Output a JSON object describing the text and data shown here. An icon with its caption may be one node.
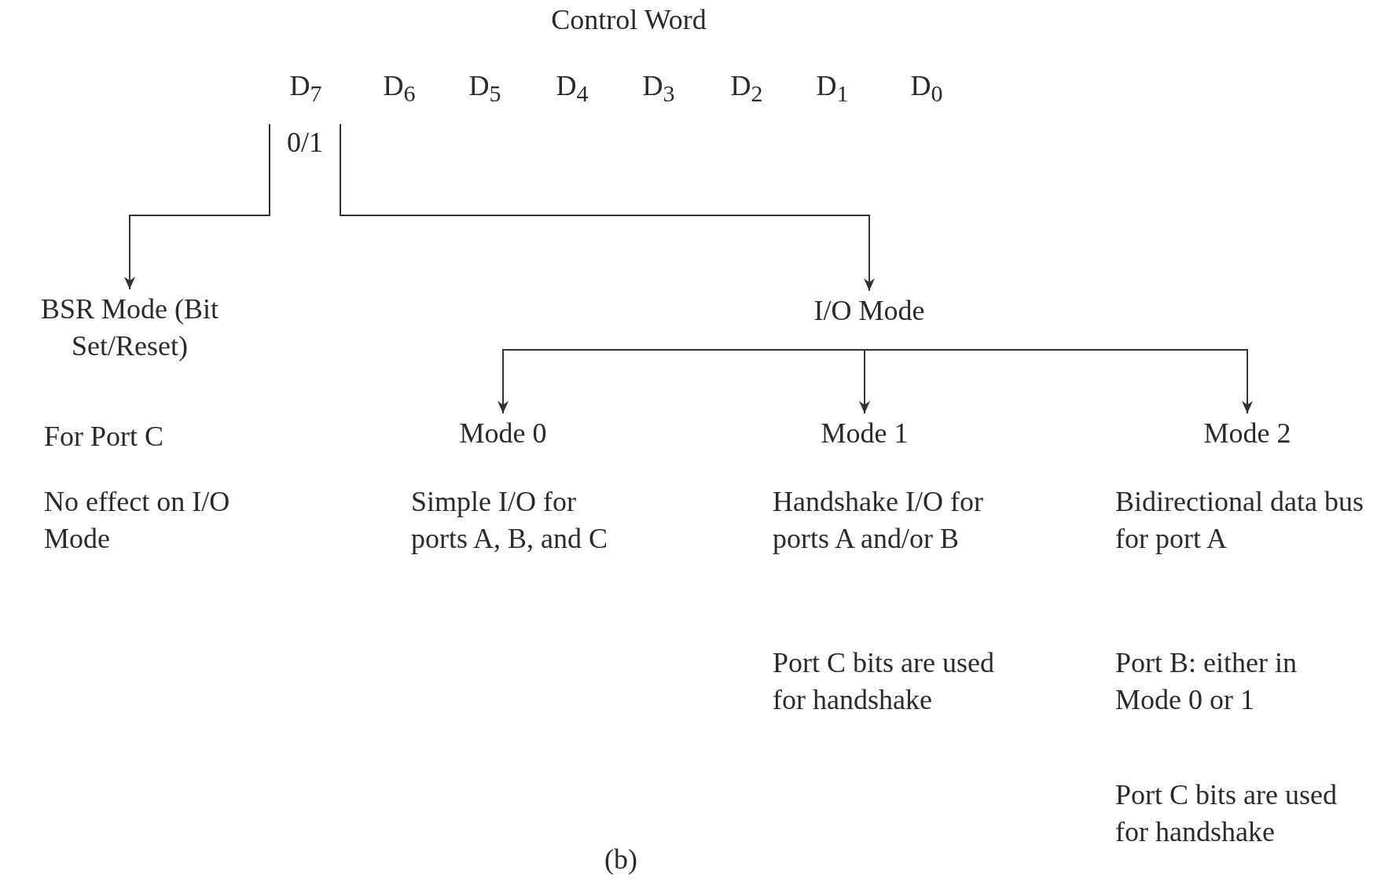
{
  "diagram": {
    "caption": "(b)",
    "nodes": [
      {
        "text": [
          "0/1"
        ]
      },
      {
        "text": [
          "BSR Mode (Bit Set/Reset)"
        ],
        "beside": [
          "For Port C",
          "No effect on I/O Mode"
        ]
      },
      {
        "text": [
          "I/O Mode"
        ]
      },
      {
        "text": [
          "Mode 0"
        ],
        "beside": [
          "Simple I/O for ports A, B, and C"
        ]
      },
      {
        "text": [
          "Mode 1"
        ],
        "beside": [
          "Handshake I/O for ports A and/or B",
          "Port C bits are used for handshake"
        ]
      },
      {
        "text": [
          "Mode 2"
        ],
        "beside": [
          "Bidirectional data bus for port A",
          "Port B: either in Mode 0 or 1",
          "Port C bits are used for handshake"
        ]
      }
    ],
    "edges": [
      {
        "from": 0,
        "to": 1,
        "arrow": "to"
      },
      {
        "from": 0,
        "to": 2,
        "arrow": "to"
      },
      {
        "from": 2,
        "to": 3,
        "arrow": "to"
      },
      {
        "from": 2,
        "to": 4,
        "arrow": "to"
      },
      {
        "from": 2,
        "to": 5,
        "arrow": "to"
      }
    ],
    "labels": [
      "Control Word",
      "D$_{7}$",
      "D$_{6}$",
      "D$_{5}$",
      "D$_{4}$",
      "D$_{3}$",
      "D$_{2}$",
      "D$_{1}$",
      "D$_{0}$"
    ]
  }
}
